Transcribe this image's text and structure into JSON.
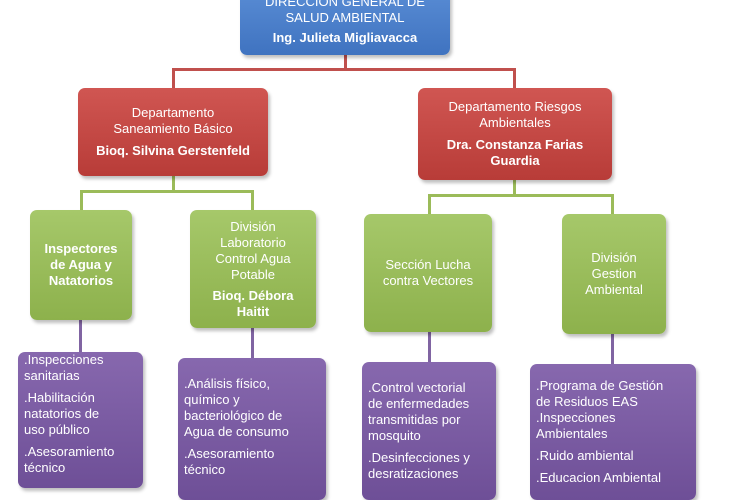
{
  "top": {
    "title": "DIRECCIÓN GENERAL DE\nSALUD AMBIENTAL",
    "person": "Ing. Julieta Migliavacca"
  },
  "dept_left": {
    "title": "Departamento\nSaneamiento Básico",
    "person": "Bioq. Silvina Gerstenfeld"
  },
  "dept_right": {
    "title": "Departamento Riesgos\nAmbientales",
    "person": "Dra. Constanza Farias\nGuardia"
  },
  "units": [
    {
      "title": "Inspectores\nde Agua y\nNatatorios",
      "person": ""
    },
    {
      "title": "División\nLaboratorio\nControl Agua\nPotable",
      "person": "Bioq. Débora\nHaitit"
    },
    {
      "title": "Sección Lucha\ncontra Vectores",
      "person": ""
    },
    {
      "title": "División\nGestion\nAmbiental",
      "person": ""
    }
  ],
  "tasks": [
    {
      "items": [
        ".Inspecciones\nsanitarias",
        ".Habilitación\nnatatorios de\nuso público",
        ".Asesoramiento\ntécnico"
      ]
    },
    {
      "items": [
        ".Análisis físico,\nquímico y\nbacteriológico de\nAgua de consumo",
        ".Asesoramiento\ntécnico"
      ]
    },
    {
      "items": [
        ".Control vectorial\nde enfermedades\ntransmitidas por\nmosquito",
        ".Desinfecciones y\ndesratizaciones"
      ]
    },
    {
      "items": [
        ".Programa de Gestión\nde Residuos EAS\n.Inspecciones\nAmbientales",
        ".Ruido ambiental",
        ".Educacion Ambiental"
      ]
    }
  ],
  "colors": {
    "top": "#4f81bd",
    "dept": "#c0504d",
    "unit": "#9bbb59",
    "task": "#8064a2"
  }
}
